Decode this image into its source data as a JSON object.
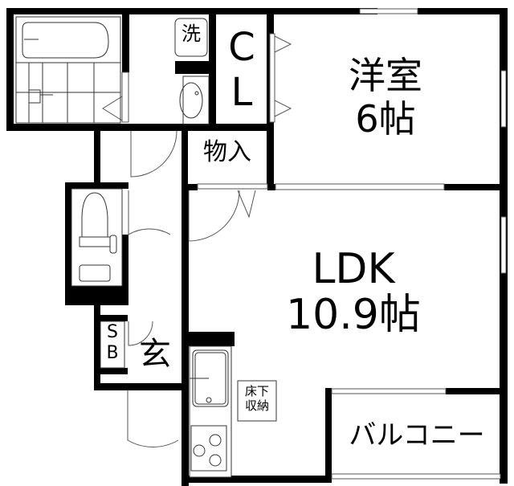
{
  "floorplan": {
    "rooms": {
      "western_room": {
        "name": "洋室",
        "size": "6帖"
      },
      "ldk": {
        "name": "LDK",
        "size": "10.9帖"
      },
      "closet": {
        "line1": "C",
        "line2": "L"
      },
      "storage": {
        "name": "物入"
      },
      "washer": {
        "name": "洗"
      },
      "shoe_box": {
        "line1": "S",
        "line2": "B"
      },
      "entrance": {
        "name": "玄"
      },
      "underfloor_storage": {
        "line1": "床下",
        "line2": "収納"
      },
      "balcony": {
        "name": "バルコニー"
      }
    },
    "fixtures": [
      "bathtub-icon",
      "washbasin-icon",
      "toilet-icon",
      "sink-icon",
      "stove-icon"
    ],
    "colors": {
      "wall": "#000000",
      "background": "#ffffff",
      "line": "#555555"
    }
  }
}
